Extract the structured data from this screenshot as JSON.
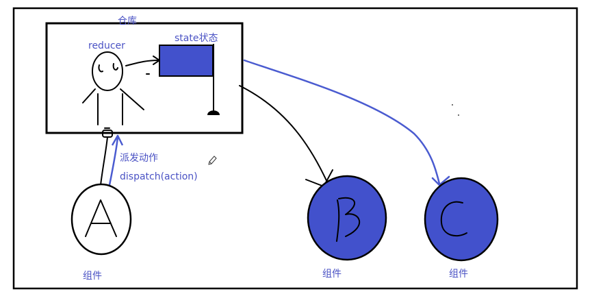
{
  "labels": {
    "store": "仓库",
    "reducer": "reducer",
    "state": "state状态",
    "dispatch_cn": "派发动作",
    "dispatch_code": "dispatch(action)",
    "component_a": "组件",
    "component_b": "组件",
    "component_c": "组件"
  },
  "nodes": {
    "a": {
      "letter": "A"
    },
    "b": {
      "letter": "B"
    },
    "c": {
      "letter": "C"
    }
  },
  "colors": {
    "ink": "#000000",
    "accent_fill": "#4251cc",
    "label_blue": "#4a52c4",
    "arrow_blue": "#4a5bd0"
  }
}
